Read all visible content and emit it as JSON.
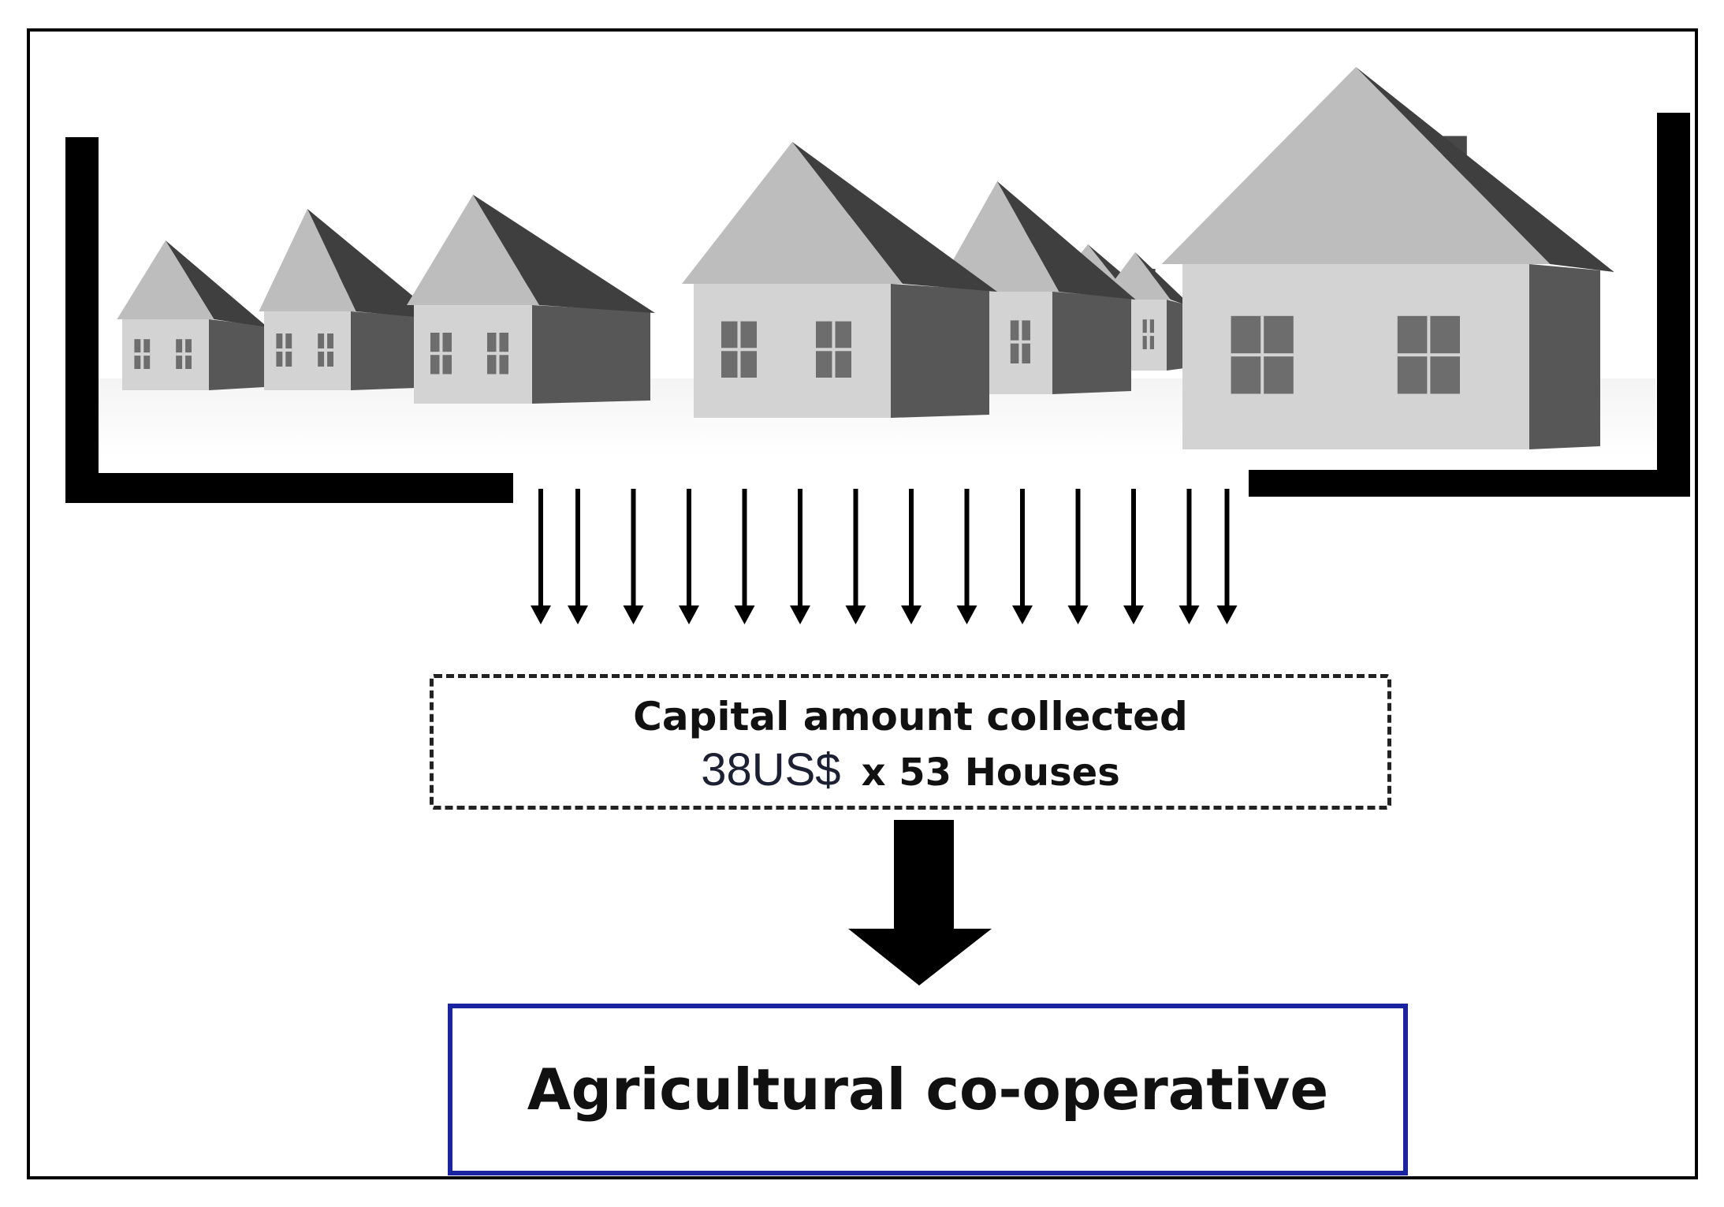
{
  "houses": {
    "count": 53,
    "icon": "house-icon"
  },
  "capital": {
    "title": "Capital amount collected",
    "amount": "38US$",
    "multiplier": "x 53 Houses"
  },
  "cooperative": {
    "label": "Agricultural co-operative"
  },
  "arrows": {
    "count": 14
  },
  "colors": {
    "coop_border": "#1a23a0",
    "house_light": "#d9d9d9",
    "house_dark": "#555555"
  }
}
